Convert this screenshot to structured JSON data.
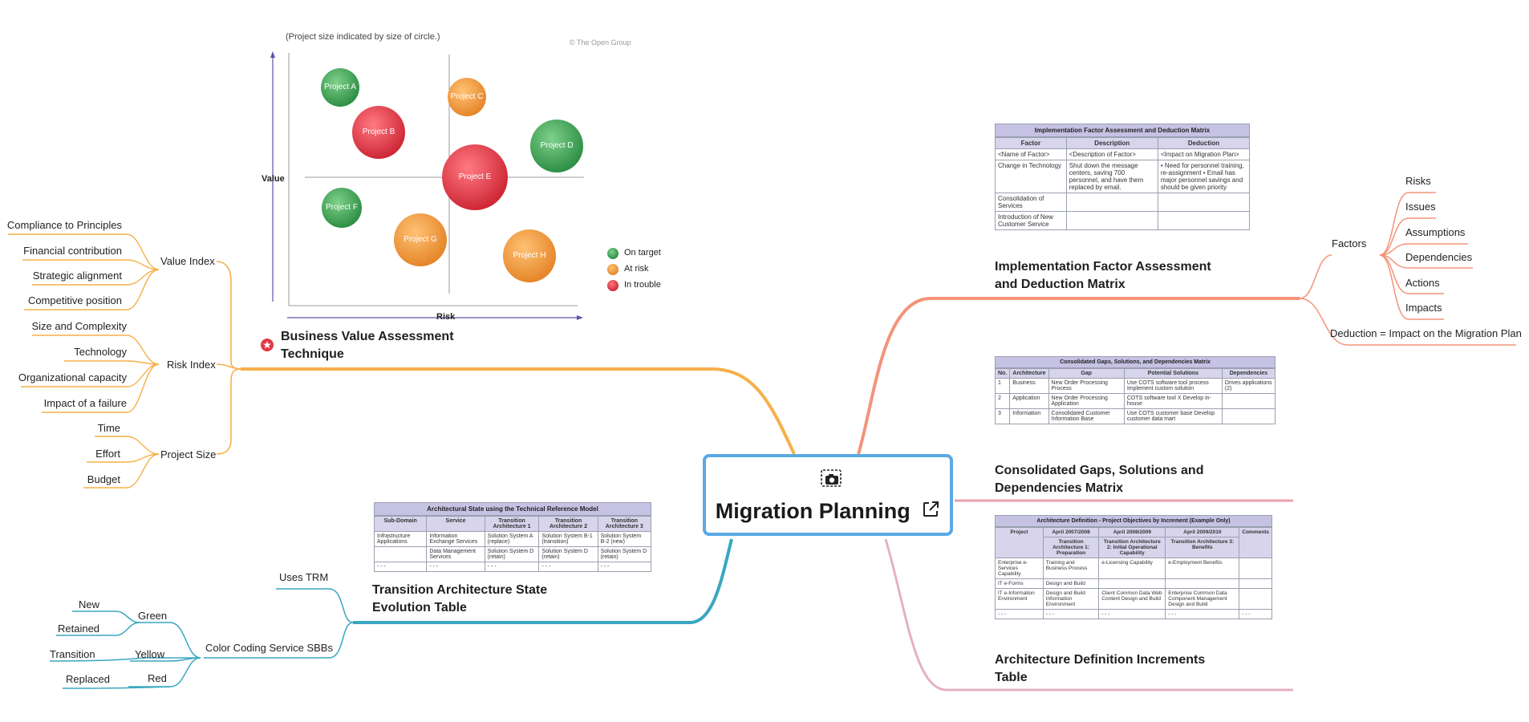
{
  "central": {
    "title": "Migration Planning"
  },
  "bva": {
    "note": "(Project size indicated by size of circle.)",
    "copyright": "© The Open Group",
    "y_label": "Value",
    "x_label": "Risk",
    "projects": [
      "Project A",
      "Project B",
      "Project C",
      "Project D",
      "Project E",
      "Project F",
      "Project G",
      "Project H"
    ],
    "legend": [
      {
        "label": "On target",
        "color": "#3aa655"
      },
      {
        "label": "At risk",
        "color": "#f0962f"
      },
      {
        "label": "In trouble",
        "color": "#e03a45"
      }
    ],
    "title_line1": "Business Value Assessment",
    "title_line2": "Technique"
  },
  "left_top": {
    "value_index": "Value Index",
    "value_items": [
      "Compliance to Principles",
      "Financial contribution",
      "Strategic alignment",
      "Competitive position"
    ],
    "risk_index": "Risk Index",
    "risk_items": [
      "Size and Complexity",
      "Technology",
      "Organizational capacity",
      "Impact of a failure"
    ],
    "project_size": "Project Size",
    "size_items": [
      "Time",
      "Effort",
      "Budget"
    ]
  },
  "transition": {
    "title_line1": "Transition Architecture State",
    "title_line2": "Evolution Table",
    "uses_trm": "Uses TRM",
    "color_coding": "Color Coding Service SBBs",
    "green": "Green",
    "yellow": "Yellow",
    "red": "Red",
    "new": "New",
    "retained": "Retained",
    "transition": "Transition",
    "replaced": "Replaced",
    "table": {
      "caption": "Architectural State using the Technical Reference Model",
      "headers": [
        "Sub-Domain",
        "Service",
        "Transition Architecture 1",
        "Transition Architecture 2",
        "Transition Architecture 3"
      ],
      "rows": [
        [
          "Infrastructure Applications",
          "Information Exchange Services",
          "Solution System A (replace)",
          "Solution System B-1 (transition)",
          "Solution System B-2 (new)"
        ],
        [
          "",
          "Data Management Services",
          "Solution System D (retain)",
          "Solution System D (retain)",
          "Solution System D (retain)"
        ],
        [
          "- - -",
          "- - -",
          "- - -",
          "- - -",
          "- - -"
        ]
      ]
    }
  },
  "impl": {
    "title_line1": "Implementation Factor Assessment",
    "title_line2": "and Deduction Matrix",
    "factors": "Factors",
    "factor_items": [
      "Risks",
      "Issues",
      "Assumptions",
      "Dependencies",
      "Actions",
      "Impacts"
    ],
    "deduction": "Deduction = Impact on the Migration Plan",
    "table": {
      "caption": "Implementation Factor Assessment and Deduction Matrix",
      "headers": [
        "Factor",
        "Description",
        "Deduction"
      ],
      "rows": [
        [
          "<Name of Factor>",
          "<Description of Factor>",
          "<Impact on Migration Plan>"
        ],
        [
          "Change in Technology",
          "Shut down the message centers, saving 700 personnel, and have them replaced by email.",
          "• Need for personnel training, re-assignment • Email has major personnel savings and should be given priority"
        ],
        [
          "Consolidation of Services",
          "",
          ""
        ],
        [
          "Introduction of New Customer Service",
          "",
          ""
        ]
      ]
    }
  },
  "gaps": {
    "title_line1": "Consolidated Gaps, Solutions and",
    "title_line2": "Dependencies Matrix",
    "table": {
      "caption": "Consolidated Gaps, Solutions, and Dependencies Matrix",
      "headers": [
        "No.",
        "Architecture",
        "Gap",
        "Potential Solutions",
        "Dependencies"
      ],
      "rows": [
        [
          "1",
          "Business",
          "New Order Processing Process",
          "Use COTS software tool process Implement custom solution",
          "Drives applications (2)"
        ],
        [
          "2",
          "Application",
          "New Order Processing Application",
          "COTS software tool X Develop in-house",
          ""
        ],
        [
          "3",
          "Information",
          "Consolidated Customer Information Base",
          "Use COTS customer base Develop customer data mart",
          ""
        ]
      ]
    }
  },
  "increments": {
    "title_line1": "Architecture Definition Increments",
    "title_line2": "Table",
    "table": {
      "caption": "Architecture Definition - Project Objectives by Increment (Example Only)",
      "periods": [
        "April 2007/2008",
        "April 2008/2009",
        "April 2009/2010"
      ],
      "headers": [
        "Project",
        "Transition Architecture 1: Preparation",
        "Transition Architecture 2: Initial Operational Capability",
        "Transition Architecture 3: Benefits",
        "Comments"
      ],
      "rows": [
        [
          "Enterprise e-Services Capability",
          "Training and Business Process",
          "e-Licensing Capability",
          "e-Employment Benefits",
          ""
        ],
        [
          "IT e-Forms",
          "Design and Build",
          "",
          "",
          ""
        ],
        [
          "IT e-Information Environment",
          "Design and Build Information Environment",
          "Client Common Data Web Content Design and Build",
          "Enterprise Common Data Component Management Design and Build",
          ""
        ],
        [
          "- - -",
          "- - -",
          "- - -",
          "- - -",
          "- - -"
        ]
      ]
    }
  },
  "colors": {
    "orange": "#f6a93b",
    "coral": "#f4937a",
    "pink": "#e4a9b6",
    "teal": "#3aa6c0",
    "blue": "#5aa9e6",
    "star": "#e53945"
  }
}
